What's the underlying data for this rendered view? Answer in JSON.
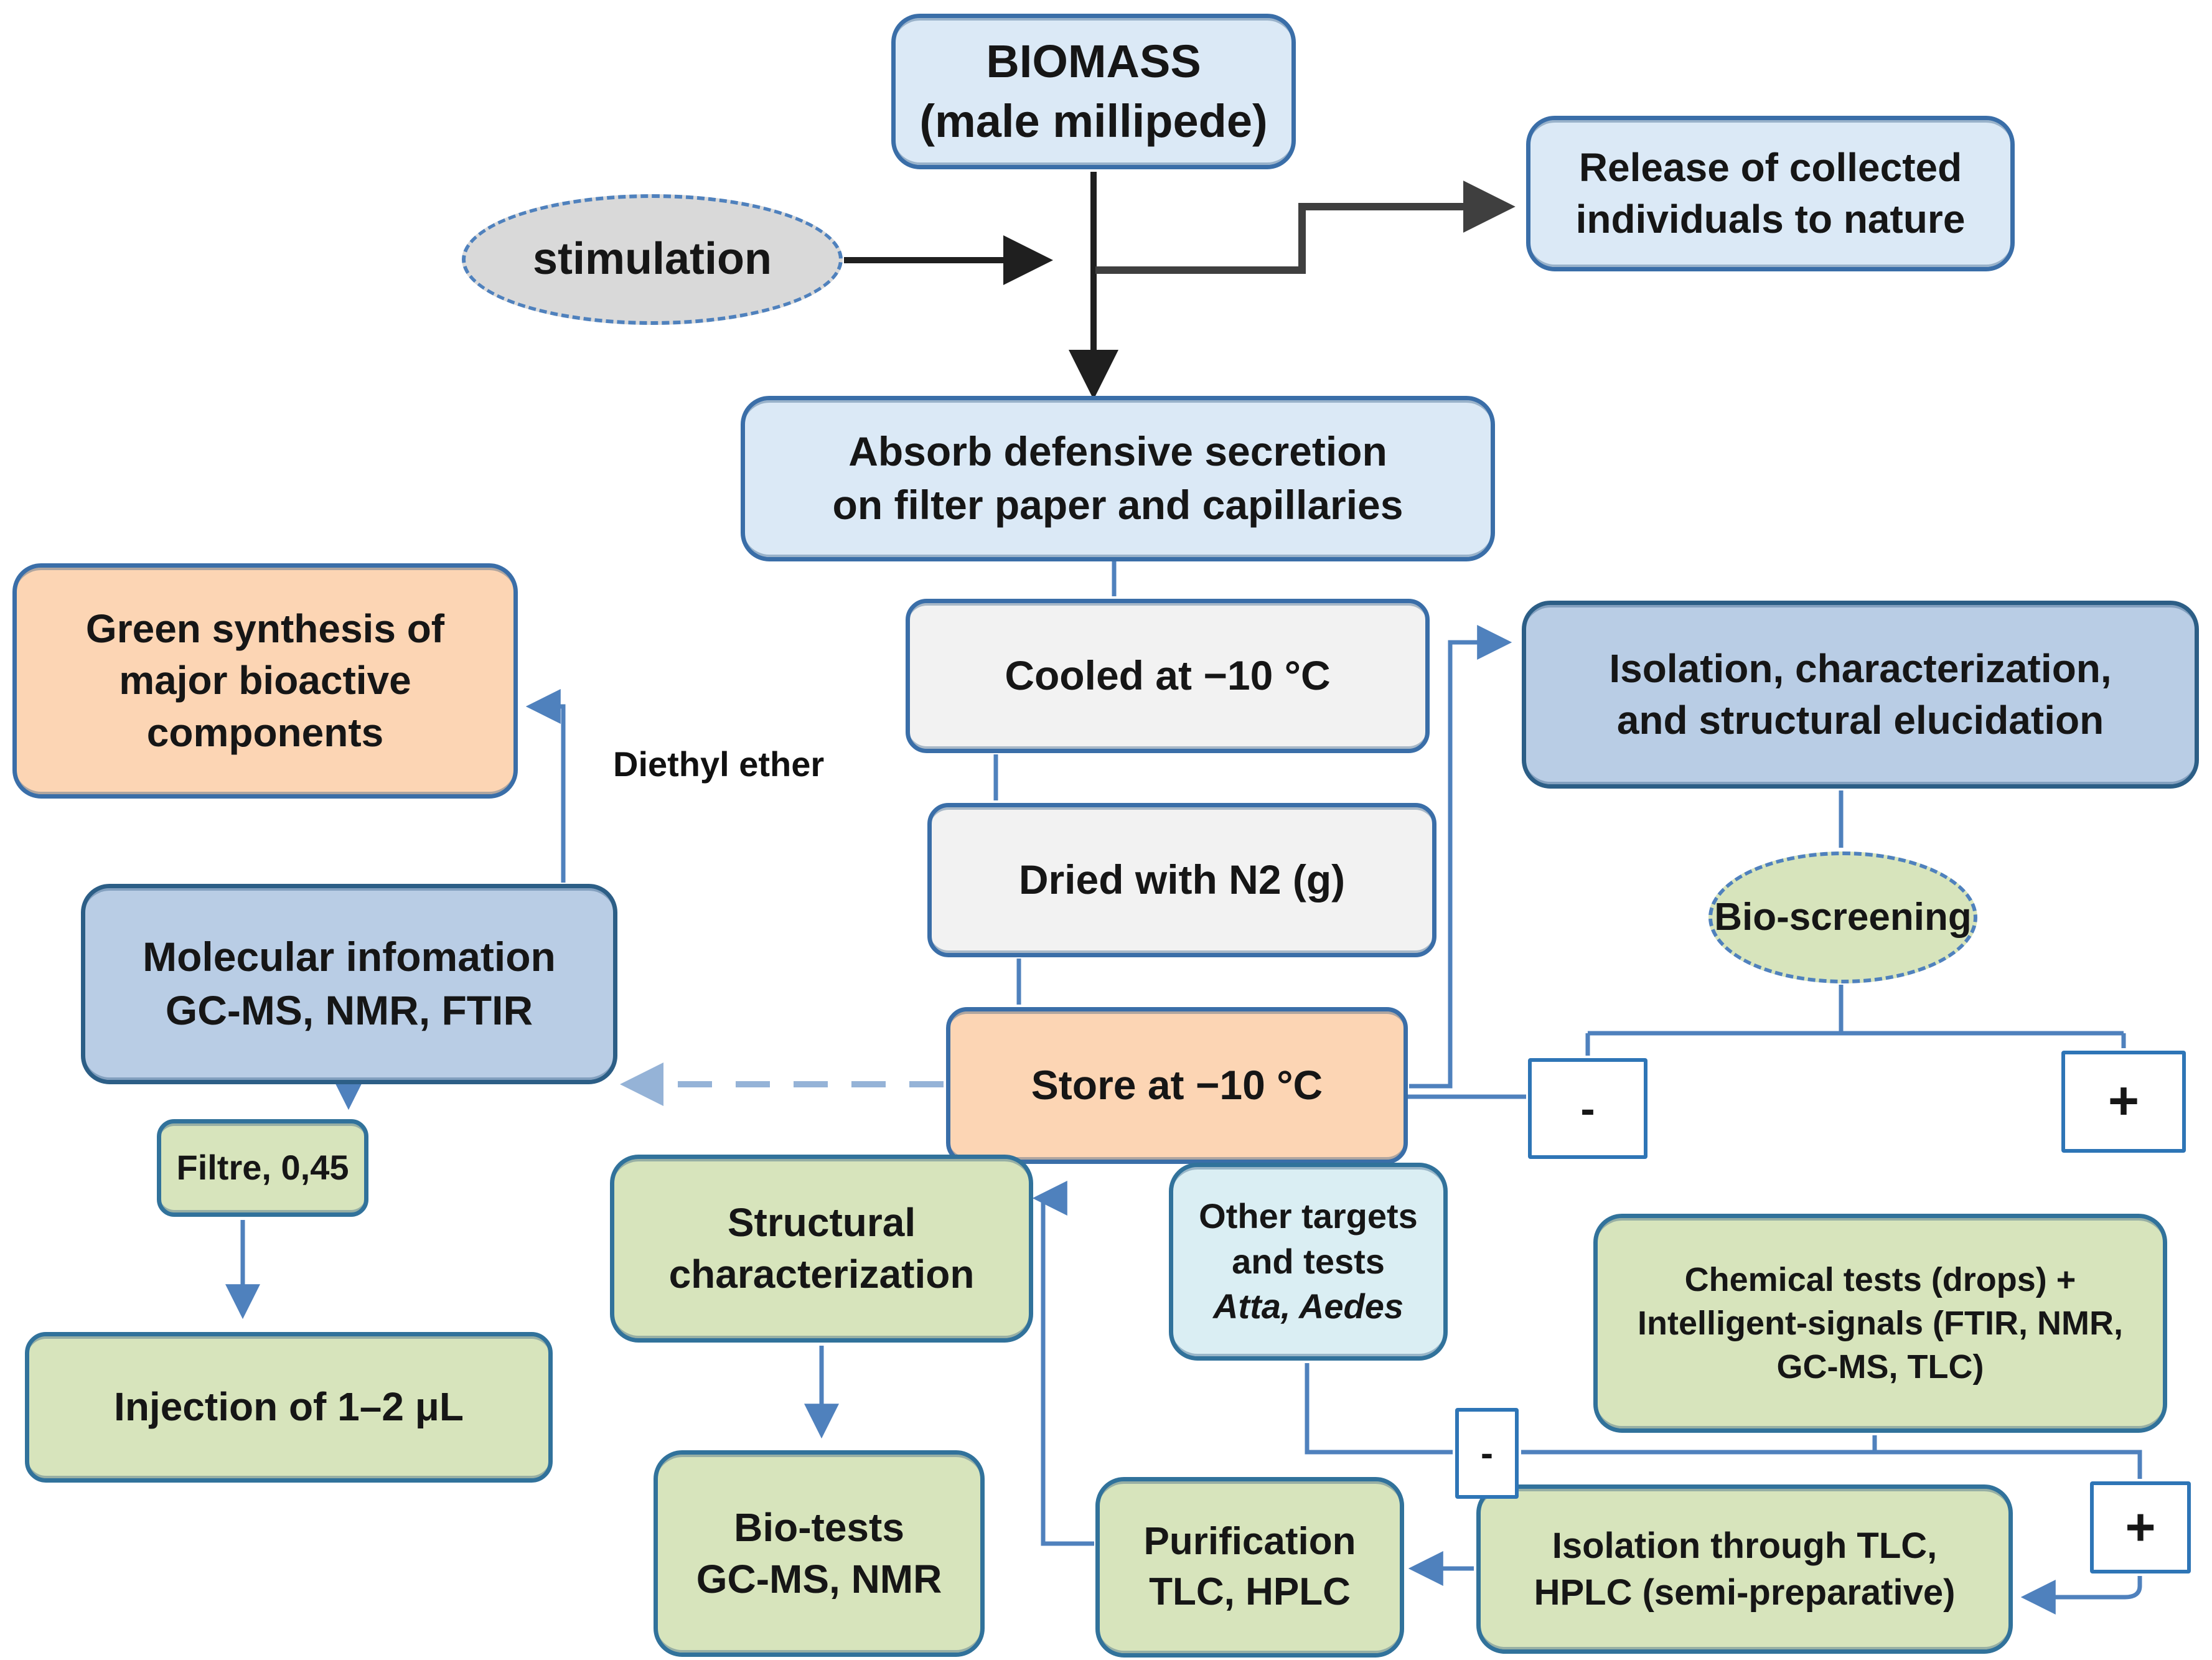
{
  "diagram_type": "flowchart",
  "colors": {
    "light_blue_fill": "#dbe9f6",
    "medium_blue_fill": "#b9cde5",
    "gray_fill": "#f2f2f2",
    "peach_fill": "#fcd5b4",
    "green_fill": "#d7e4bc",
    "pale_blue_fill": "#daeef3",
    "ellipse_gray_fill": "#d9d9d9",
    "border_blue": "#3a6ea8",
    "connector_blue": "#4f81bd",
    "connector_light_blue": "#95b3d7",
    "connector_black": "#1f1f1f"
  },
  "nodes": {
    "biomass": {
      "l1": "BIOMASS",
      "l2": "(male millipede)"
    },
    "release": {
      "l1": "Release of collected",
      "l2": "individuals to nature"
    },
    "stimulation": {
      "l1": "stimulation"
    },
    "absorb": {
      "l1": "Absorb defensive secretion",
      "l2": "on filter paper and capillaries"
    },
    "cooled": {
      "l1": "Cooled at −10 °C"
    },
    "dried": {
      "l1": "Dried with N2 (g)"
    },
    "store": {
      "l1": "Store at −10 °C"
    },
    "diethyl_ether_label": {
      "l1": "Diethyl ether"
    },
    "green_synthesis": {
      "l1": "Green synthesis of",
      "l2": "major bioactive",
      "l3": "components"
    },
    "molecular_information": {
      "l1": "Molecular infomation",
      "l2": "GC-MS, NMR, FTIR"
    },
    "isolation_characterization": {
      "l1": "Isolation, characterization,",
      "l2": "and structural elucidation"
    },
    "bioscreening": {
      "l1": "Bio-screening"
    },
    "minus_top": {
      "l1": "-"
    },
    "plus_top": {
      "l1": "+"
    },
    "other_targets": {
      "l1": "Other targets",
      "l2": "and tests",
      "l3": "Atta, Aedes"
    },
    "chemical_tests": {
      "l1": "Chemical tests (drops) +",
      "l2": "Intelligent-signals (FTIR, NMR,",
      "l3": "GC-MS, TLC)"
    },
    "filtre": {
      "l1": "Filtre, 0,45"
    },
    "injection": {
      "l1": "Injection of 1–2 μL"
    },
    "structural_characterization": {
      "l1": "Structural",
      "l2": "characterization"
    },
    "biotests": {
      "l1": "Bio-tests",
      "l2": "GC-MS, NMR"
    },
    "purification": {
      "l1": "Purification",
      "l2": "TLC, HPLC"
    },
    "isolation_tlc": {
      "l1": "Isolation through TLC,",
      "l2": "HPLC (semi-preparative)"
    },
    "minus_bottom": {
      "l1": "-"
    },
    "plus_bottom": {
      "l1": "+"
    }
  }
}
